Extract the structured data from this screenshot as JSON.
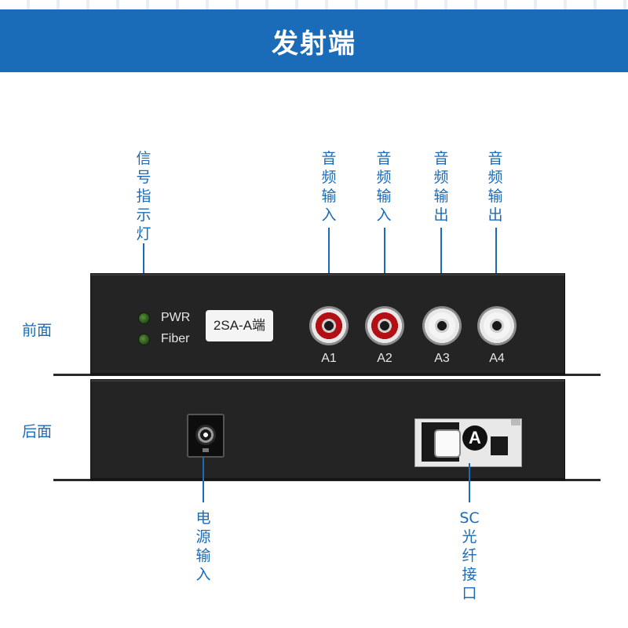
{
  "header": {
    "title": "发射端"
  },
  "labels": {
    "signal_indicator": "信\n号\n指\n示\n灯",
    "audio_in_1": "音\n频\n输\n入",
    "audio_in_2": "音\n频\n输\n入",
    "audio_out_1": "音\n频\n输\n出",
    "audio_out_2": "音\n频\n输\n出",
    "front_side": "前面",
    "rear_side": "后面",
    "power_input": "电\n源\n输\n入",
    "sc_port": "SC\n光\n纤\n接\n口"
  },
  "front_panel": {
    "led_pwr": "PWR",
    "led_fiber": "Fiber",
    "model": "2SA-A端",
    "jacks": [
      {
        "label": "A1",
        "color": "red"
      },
      {
        "label": "A2",
        "color": "red"
      },
      {
        "label": "A3",
        "color": "white"
      },
      {
        "label": "A4",
        "color": "white"
      }
    ]
  },
  "rear_panel": {
    "sc_badge": "A"
  },
  "colors": {
    "accent": "#1a6bb8",
    "panel": "#242424",
    "rca_red": "#b31016"
  }
}
